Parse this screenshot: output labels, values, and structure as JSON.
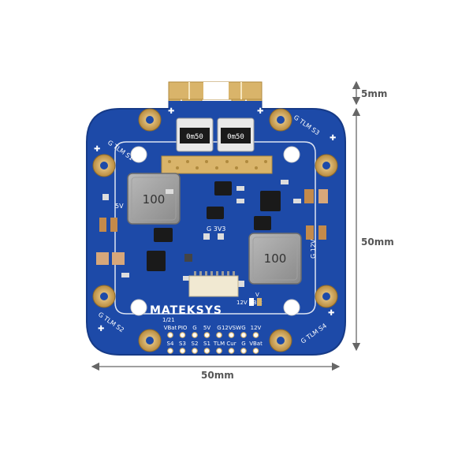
{
  "dimensions": {
    "top_tab": "5mm",
    "height": "50mm",
    "width": "50mm"
  },
  "board": {
    "brand": "MATEKSYS",
    "inductor_top": "100",
    "inductor_bottom": "100",
    "shunt_left": "0m50",
    "shunt_right": "0m50",
    "edge_labels": {
      "top_left": "G TLM S1",
      "top_right": "G TLM S3",
      "bottom_left": "G TLM S2",
      "bottom_right": "G TLM S4"
    },
    "label_5v": "5V",
    "label_g_3v3": "G  3V3",
    "label_g_12v": "G  12V",
    "label_v": "V",
    "label_12v_vbat": "12V       VBat",
    "version": "1/21",
    "pin_row_top": [
      "VBat",
      "PIO",
      "G",
      "5V",
      "G",
      "12VSW",
      "G",
      "12V"
    ],
    "pin_row_bottom": [
      "S4",
      "S3",
      "S2",
      "S1",
      "TLM",
      "Cur",
      "G",
      "VBat"
    ]
  },
  "colors": {
    "pcb": "#1d4aa8",
    "copper": "#d9b46a",
    "silkscreen": "#ffffff",
    "dimension_line": "#666666"
  }
}
